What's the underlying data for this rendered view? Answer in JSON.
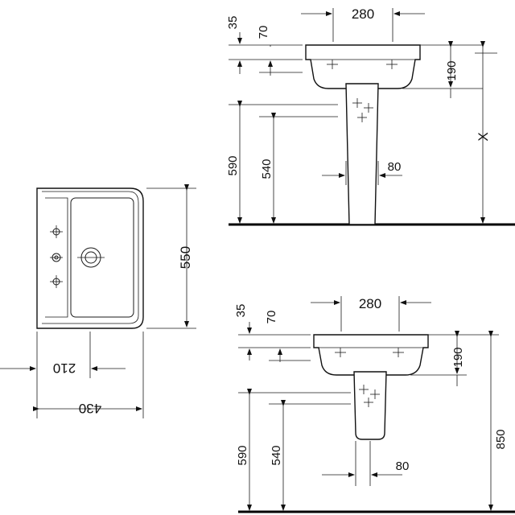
{
  "top_view": {
    "width_total": "430",
    "width_tap_offset": "210",
    "depth": "550"
  },
  "pedestal_view": {
    "top_width": "280",
    "rim_height": "35",
    "overflow_height": "70",
    "bowl_height": "190",
    "total_height": "590",
    "outlet_height": "540",
    "outlet_width": "80",
    "mount_height": "X"
  },
  "wall_view": {
    "top_width": "280",
    "rim_height": "35",
    "overflow_height": "70",
    "bowl_height": "190",
    "total_height": "590",
    "outlet_height": "540",
    "outlet_width": "80",
    "mount_height": "850"
  }
}
